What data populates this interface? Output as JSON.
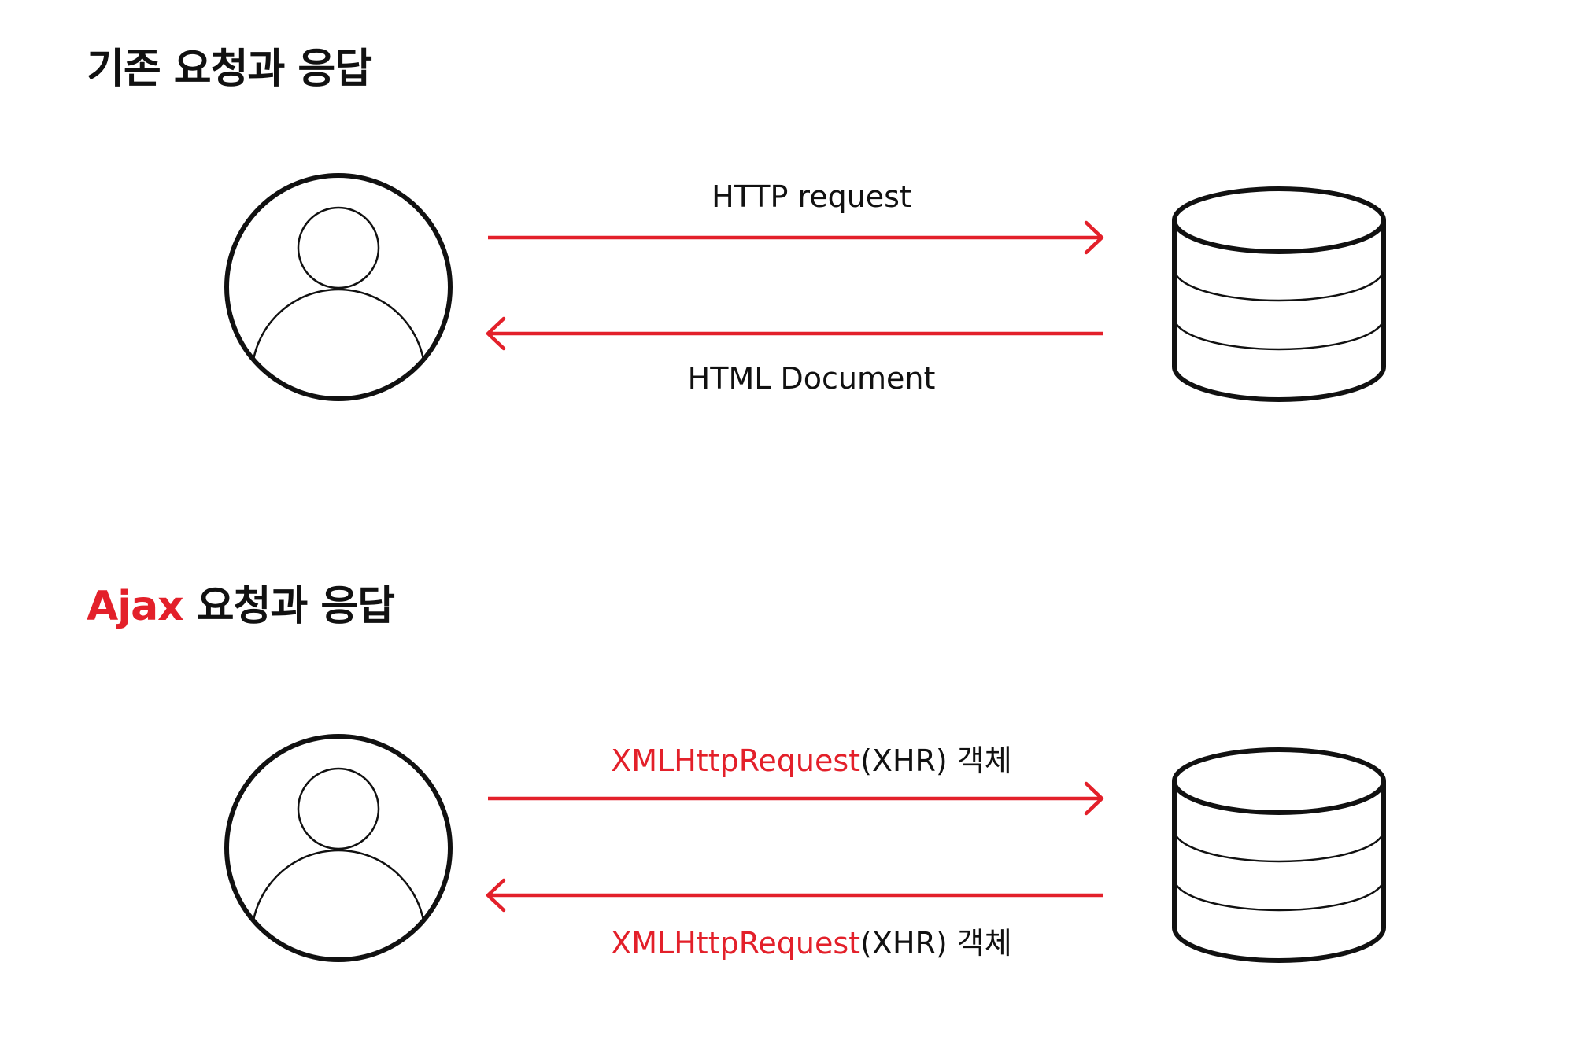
{
  "colors": {
    "accent": "#e3202a",
    "ink": "#111111"
  },
  "sections": [
    {
      "title_parts": {
        "red": "",
        "dark": "기존 요청과 응답"
      },
      "request_label": {
        "red": "",
        "dark": "HTTP request"
      },
      "response_label": {
        "red": "",
        "dark": "HTML Document"
      },
      "client_icon": "user-icon",
      "server_icon": "database-icon"
    },
    {
      "title_parts": {
        "red": "Ajax",
        "dark": " 요청과 응답"
      },
      "request_label": {
        "red": "XMLHttpRequest",
        "dark": "(XHR) 객체"
      },
      "response_label": {
        "red": "XMLHttpRequest",
        "dark": "(XHR) 객체"
      },
      "client_icon": "user-icon",
      "server_icon": "database-icon"
    }
  ]
}
